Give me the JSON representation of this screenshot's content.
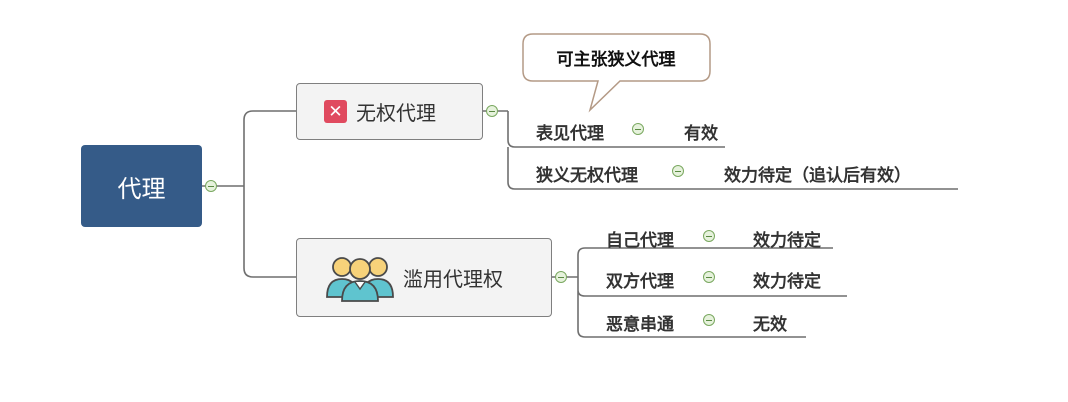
{
  "root": {
    "label": "代理"
  },
  "branches": [
    {
      "label": "无权代理",
      "icon": "close-icon",
      "callout": "可主张狭义代理",
      "children": [
        {
          "label": "表见代理",
          "value": "有效"
        },
        {
          "label": "狭义无权代理",
          "value": "效力待定（追认后有效）"
        }
      ]
    },
    {
      "label": "滥用代理权",
      "icon": "people-icon",
      "children": [
        {
          "label": "自己代理",
          "value": "效力待定"
        },
        {
          "label": "双方代理",
          "value": "效力待定"
        },
        {
          "label": "恶意串通",
          "value": "无效"
        }
      ]
    }
  ],
  "colors": {
    "root_fill": "#355b88",
    "branch_fill": "#f3f3f3",
    "branch_border": "#7f7f7f",
    "connector": "#6f6f6f",
    "icon_red": "#e04a5f",
    "icon_people_yellow": "#f7d27a",
    "icon_people_teal": "#5fc4cf",
    "toggle_green": "#7aa860",
    "callout_border": "#b49a86"
  }
}
